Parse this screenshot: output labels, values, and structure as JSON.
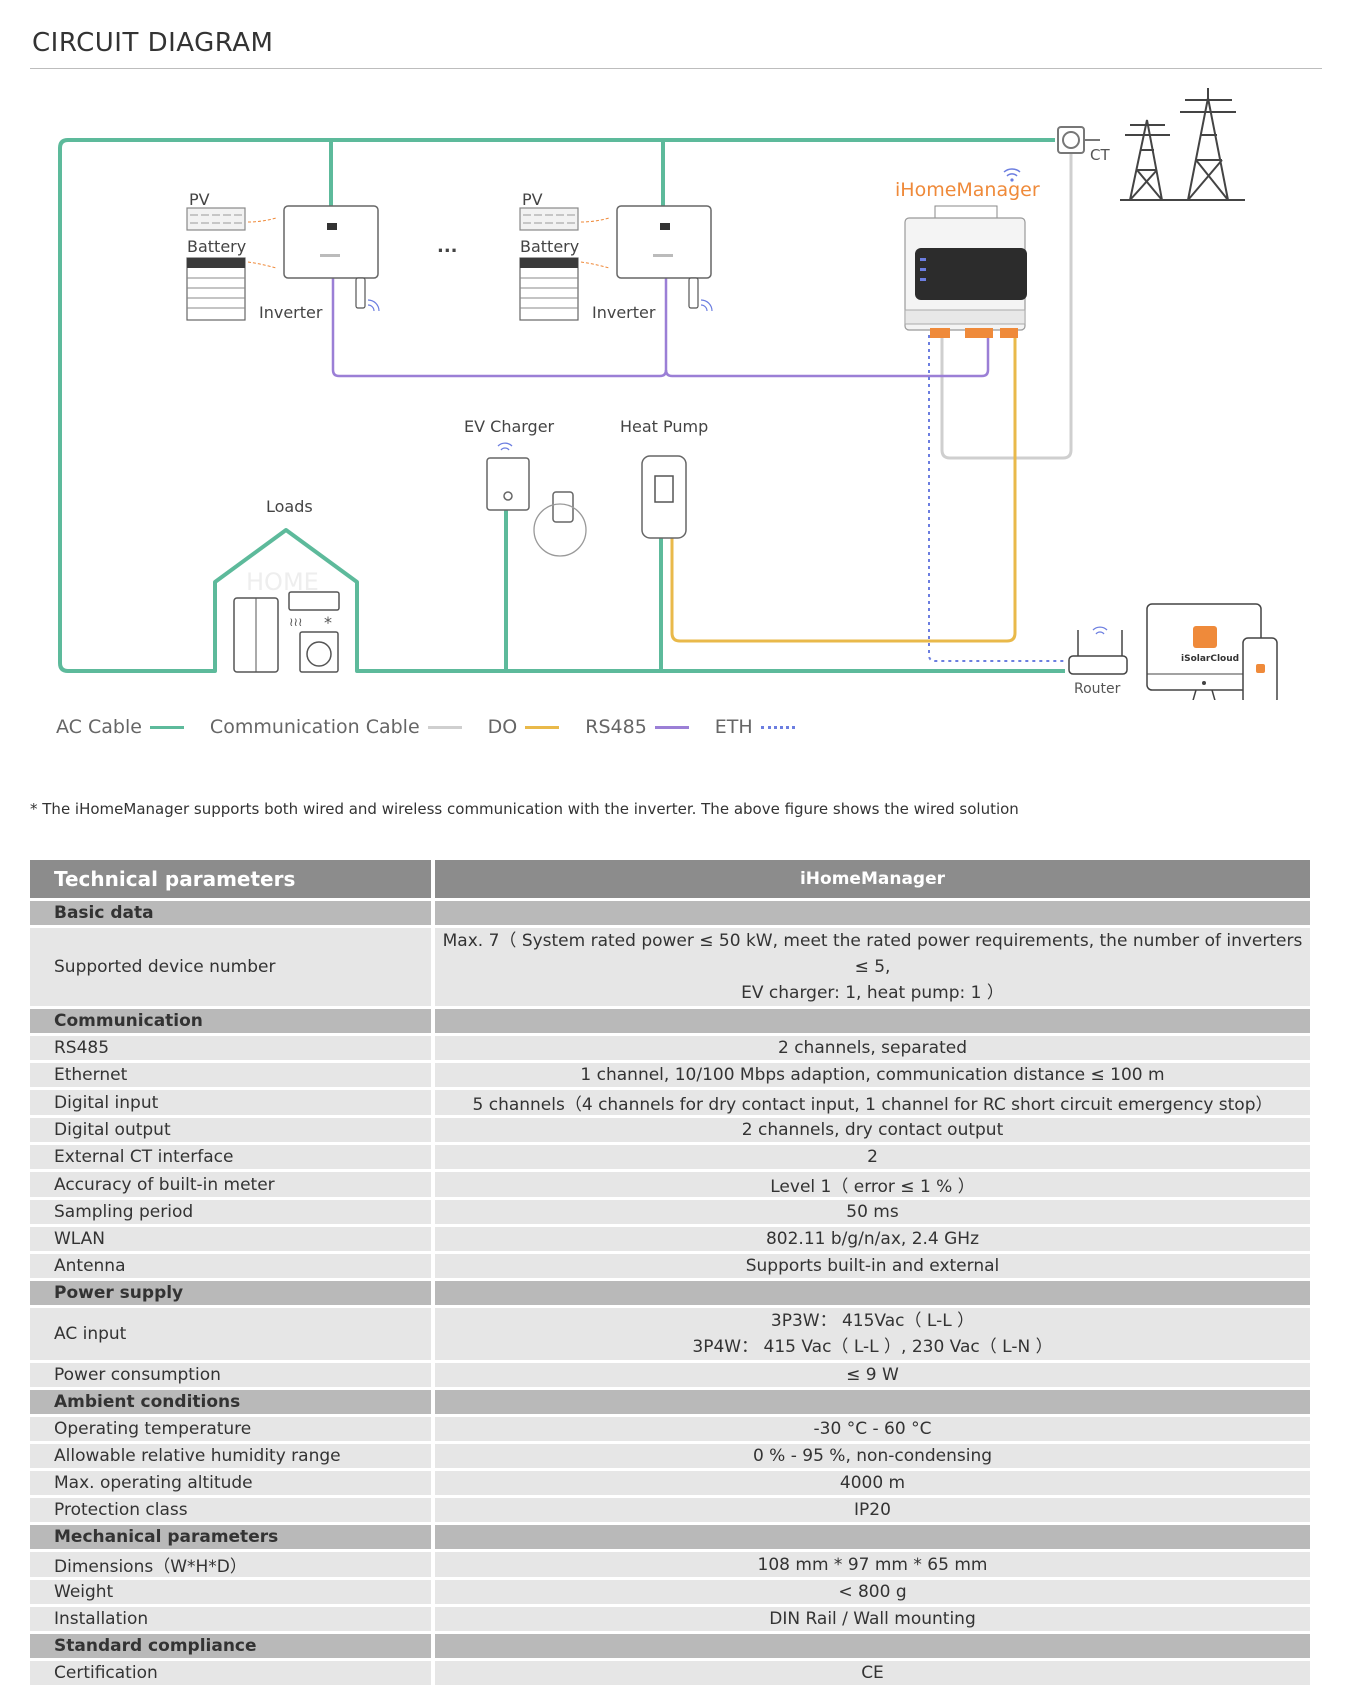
{
  "title": "CIRCUIT DIAGRAM",
  "diagram": {
    "labels": {
      "pv1": "PV",
      "battery1": "Battery",
      "inverter1": "Inverter",
      "ellipsis": "...",
      "pv2": "PV",
      "battery2": "Battery",
      "inverter2": "Inverter",
      "ihome": "iHomeManager",
      "ct": "CT",
      "ev": "EV Charger",
      "heatpump": "Heat Pump",
      "loads": "Loads",
      "home": "HOME",
      "router": "Router",
      "isolarcloud": "iSolarCloud"
    },
    "colors": {
      "ac": "#5dba9b",
      "comm": "#cfcfcf",
      "do": "#e9b94a",
      "rs485": "#9b7fd6",
      "eth": "#6c7ee0",
      "orange": "#ef8a3a"
    }
  },
  "legend": [
    {
      "label": "AC Cable",
      "color": "#5dba9b",
      "style": "solid"
    },
    {
      "label": "Communication Cable",
      "color": "#cfcfcf",
      "style": "solid"
    },
    {
      "label": "DO",
      "color": "#e9b94a",
      "style": "solid"
    },
    {
      "label": "RS485",
      "color": "#9b7fd6",
      "style": "solid"
    },
    {
      "label": "ETH",
      "color": "#6c7ee0",
      "style": "dotted"
    }
  ],
  "note": "* The iHomeManager supports both wired and wireless communication with the inverter. The above figure shows the wired solution",
  "table": {
    "header": {
      "left": "Technical parameters",
      "right": "iHomeManager"
    },
    "sections": [
      {
        "title": "Basic data",
        "rows": [
          {
            "label": "Supported device number",
            "lines": [
              "Max. 7（ System rated power ≤ 50 kW, meet the rated power requirements, the number of inverters ≤ 5,",
              "EV charger: 1, heat pump: 1 ）"
            ]
          }
        ]
      },
      {
        "title": "Communication",
        "rows": [
          {
            "label": "RS485",
            "lines": [
              "2 channels, separated"
            ]
          },
          {
            "label": "Ethernet",
            "lines": [
              "1 channel, 10/100 Mbps adaption, communication distance ≤ 100 m"
            ]
          },
          {
            "label": "Digital input",
            "lines": [
              "5 channels（4 channels for dry contact input, 1 channel for RC short circuit emergency stop）"
            ]
          },
          {
            "label": "Digital output",
            "lines": [
              "2 channels, dry contact output"
            ]
          },
          {
            "label": "External CT interface",
            "lines": [
              "2"
            ]
          },
          {
            "label": "Accuracy of built-in meter",
            "lines": [
              "Level 1（ error ≤ 1 % ）"
            ]
          },
          {
            "label": "Sampling period",
            "lines": [
              "50 ms"
            ]
          },
          {
            "label": "WLAN",
            "lines": [
              "802.11 b/g/n/ax, 2.4 GHz"
            ]
          },
          {
            "label": "Antenna",
            "lines": [
              "Supports built-in and external"
            ]
          }
        ]
      },
      {
        "title": "Power supply",
        "rows": [
          {
            "label": "AC input",
            "lines": [
              "3P3W： 415Vac（ L-L ）",
              "3P4W： 415 Vac（ L-L ）, 230 Vac（ L-N ）"
            ]
          },
          {
            "label": "Power consumption",
            "lines": [
              "≤ 9 W"
            ]
          }
        ]
      },
      {
        "title": "Ambient conditions",
        "rows": [
          {
            "label": "Operating temperature",
            "lines": [
              "-30 °C - 60 °C"
            ]
          },
          {
            "label": "Allowable relative humidity range",
            "lines": [
              "0 % - 95 %, non-condensing"
            ]
          },
          {
            "label": "Max. operating altitude",
            "lines": [
              "4000 m"
            ]
          },
          {
            "label": "Protection class",
            "lines": [
              "IP20"
            ]
          }
        ]
      },
      {
        "title": "Mechanical parameters",
        "rows": [
          {
            "label": "Dimensions（W*H*D）",
            "lines": [
              "108 mm * 97 mm * 65 mm"
            ]
          },
          {
            "label": "Weight",
            "lines": [
              "< 800 g"
            ]
          },
          {
            "label": "Installation",
            "lines": [
              "DIN Rail / Wall mounting"
            ]
          }
        ]
      },
      {
        "title": "Standard compliance",
        "rows": [
          {
            "label": "Certification",
            "lines": [
              "CE"
            ]
          }
        ]
      }
    ]
  }
}
